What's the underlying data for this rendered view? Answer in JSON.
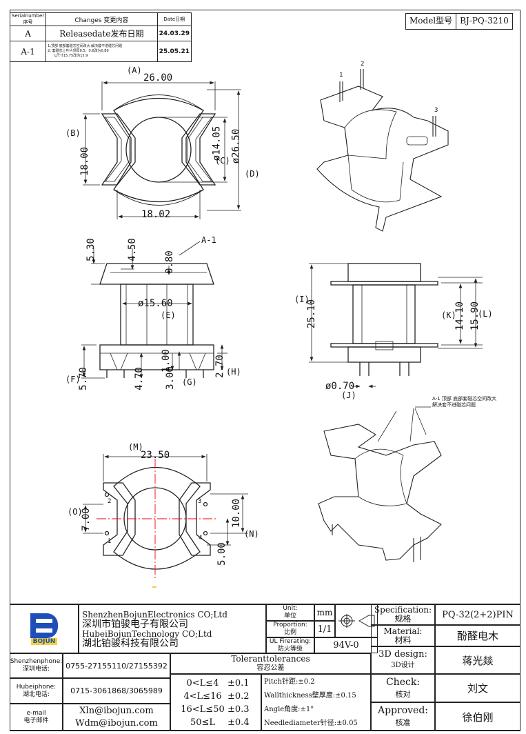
{
  "revision_table": {
    "headers": {
      "serial": "Serialnumber序号",
      "changes": "Changes 变更内容",
      "date": "Date日期"
    },
    "rows": [
      {
        "serial": "A",
        "changes": "Releasedate发布日期",
        "date": "24.03.29",
        "notes": []
      },
      {
        "serial": "A-1",
        "changes": "",
        "date": "25.05.21",
        "notes": [
          "1;顶部 底部套碰芯空间改大 解决套不进碰芯问题",
          "2; 套碰芯上叶片顶厚0.5、0.6改为0.80",
          "L尺寸15.75改为15.9"
        ]
      }
    ]
  },
  "model": {
    "label": "Model型号",
    "value": "BJ-PQ-3210"
  },
  "drawing": {
    "top_view": {
      "A_label": "(A)",
      "A_value": "26.00",
      "B_label": "(B)",
      "B_value": "18.00",
      "C_value": "ø14.05",
      "C_label": "(C)",
      "D_value": "ø26.50",
      "D_label": "(D)",
      "bottom_value": "18.02"
    },
    "front_view": {
      "v1": "5.30",
      "v2": "4.50",
      "v3": "0.80",
      "rev_tag": "A-1",
      "E_value": "ø15.60",
      "E_label": "(E)",
      "F_label": "(F)",
      "F_value": "5.70",
      "v4": "4.70",
      "v5": "3.00",
      "G_label": "(G)",
      "v6": "1.00",
      "v7": "2.70",
      "H_label": "(H)"
    },
    "side_view": {
      "I_label": "(I)",
      "I_value": "25.10",
      "K_label": "(K)",
      "K_value": "14.10",
      "L_value": "15.90",
      "L_label": "(L)",
      "J_value": "ø0.70",
      "J_label": "(J)"
    },
    "bottom_view": {
      "M_label": "(M)",
      "M_value": "23.50",
      "O_label": "(O)",
      "O_value": "7.00",
      "N_value": "10.00",
      "N_label": "(N)",
      "v5": "5.00",
      "pins": [
        "1",
        "2",
        "3",
        "4"
      ]
    },
    "iso_top_pins": [
      "1",
      "2",
      "3"
    ],
    "iso_note": [
      "A-1 顶部 底部套碰芯空间改大",
      "解决套不进碰芯问题"
    ]
  },
  "title_block": {
    "company": [
      "ShenzhenBojunElectronics CO;Ltd",
      "深圳市铂骏电子有限公司",
      "HubeiBojunTechnology CO;Ltd",
      "湖北铂骏科技有限公司"
    ],
    "logo_text": "BOJUN",
    "unit_label": [
      "Unit:",
      "单位"
    ],
    "unit_value": "mm",
    "proportion_label": [
      "Proportion:",
      "比例"
    ],
    "proportion_value": "1/1",
    "ul_label": [
      "UL Firerating:",
      "防火等级"
    ],
    "ul_value": "94V-0",
    "spec_label": [
      "Specification:",
      "规格"
    ],
    "spec_value": "PQ-32(2+2)PIN",
    "material_label": [
      "Material:",
      "材料"
    ],
    "material_value": "酚醛电木",
    "design_label": [
      "3D design:",
      "3D设计"
    ],
    "design_value": "蒋光燚",
    "check_label": [
      "Check:",
      "核对"
    ],
    "check_value": "刘文",
    "approved_label": [
      "Approved:",
      "核准"
    ],
    "approved_value": "徐伯刚",
    "contacts": [
      {
        "label": [
          "Shenzhenphone:",
          "深圳电话:"
        ],
        "value": "0755-27155110/27155392"
      },
      {
        "label": [
          "Hubeiphone:",
          "湖北电话:"
        ],
        "value": "0715-3061868/3065989"
      },
      {
        "label": [
          "e-mail",
          "电子邮件"
        ],
        "value": [
          "Xln@ibojun.com",
          "Wdm@ibojun.com"
        ]
      }
    ],
    "tolerance_title": [
      "Toleranttolerances",
      "容忍公差"
    ],
    "tolerances": [
      {
        "range": "0<L≤4",
        "tol": "±0.1"
      },
      {
        "range": "4<L≤16",
        "tol": "±0.2"
      },
      {
        "range": "16<L≤50",
        "tol": "±0.3"
      },
      {
        "range": "50≤L",
        "tol": "±0.4"
      }
    ],
    "other_tols": [
      "Pitch针距:±0.2",
      "Wallthickness壁厚度:±0.15",
      "Angle角度:±1°",
      "Needlediameter针径:±0.05"
    ]
  }
}
